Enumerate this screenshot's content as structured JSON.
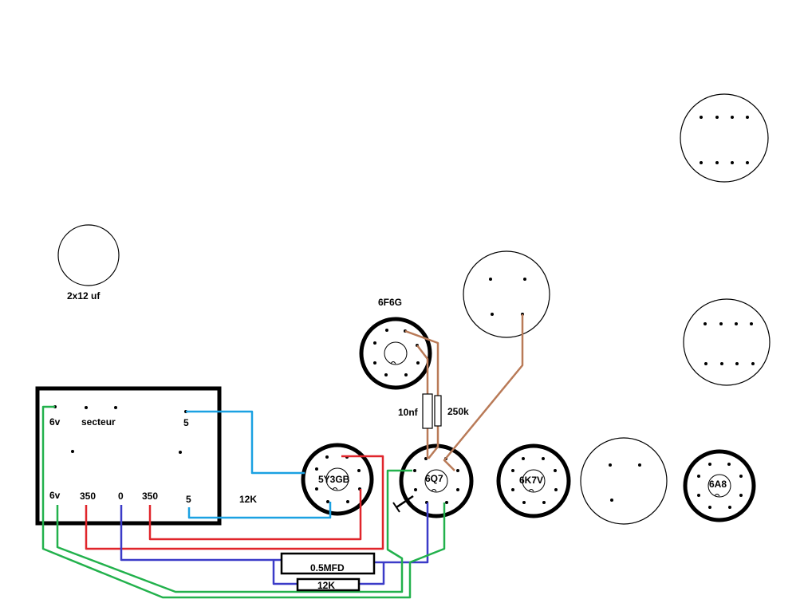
{
  "labels": {
    "cap_2x12": "2x12 uf",
    "tube_6f6g": "6F6G",
    "res_10nf": "10nf",
    "res_250k": "250k",
    "tr_6v_top": "6v",
    "tr_secteur": "secteur",
    "tr_5_top": "5",
    "tr_6v_bottom": "6v",
    "tr_350_left": "350",
    "tr_0": "0",
    "tr_350_right": "350",
    "tr_5_bottom": "5",
    "res_12k_float": "12K",
    "tube_5y3gb": "5Y3GB",
    "tube_6q7": "6Q7",
    "tube_6k7v": "6K7V",
    "tube_6a8": "6A8",
    "cap_05mfd": "0.5MFD",
    "res_12k_box": "12K"
  },
  "colors": {
    "background": "#ffffff",
    "outline": "#000000",
    "wire_blue_light": "#1ba1e2",
    "wire_red": "#e0252b",
    "wire_blue_dark": "#3b3bc8",
    "wire_green": "#22b14c",
    "wire_brown": "#b97a57"
  }
}
